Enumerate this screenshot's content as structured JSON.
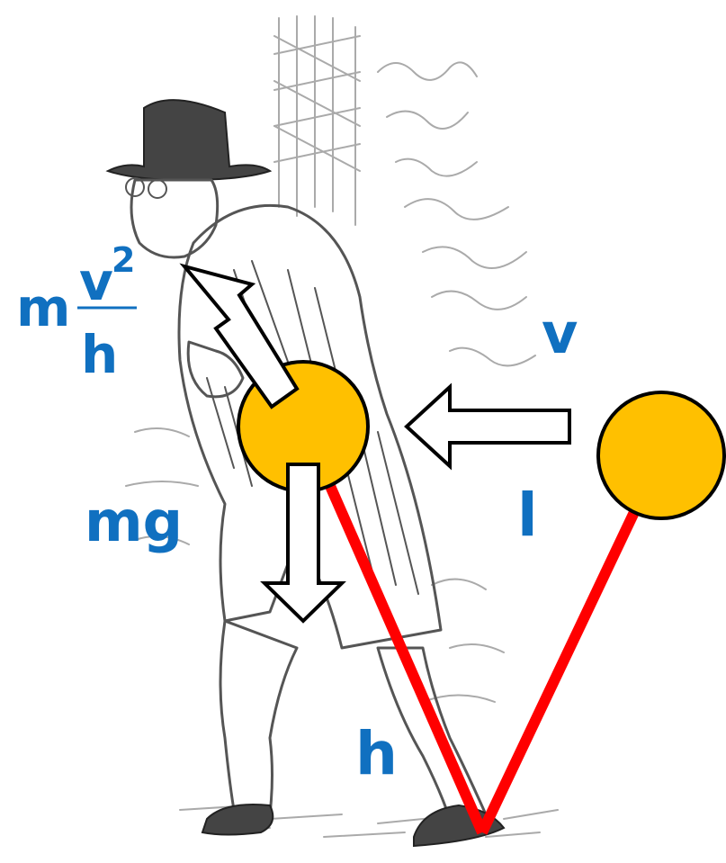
{
  "labels": {
    "centripetal_m": "m",
    "centripetal_numerator": "v",
    "centripetal_exponent": "2",
    "centripetal_denominator": "h",
    "gravity": "mg",
    "velocity": "v",
    "length": "l",
    "height": "h"
  },
  "colors": {
    "label": "#1070C0",
    "ball": "#FFC000",
    "ball_outline": "#000000",
    "rod": "#FF0000",
    "arrow_fill": "#FFFFFF",
    "arrow_outline": "#000000",
    "illustration": "#555555"
  },
  "illustration": {
    "subject": "engraving of an elderly man in a hat and long coat walking, bent forward"
  }
}
